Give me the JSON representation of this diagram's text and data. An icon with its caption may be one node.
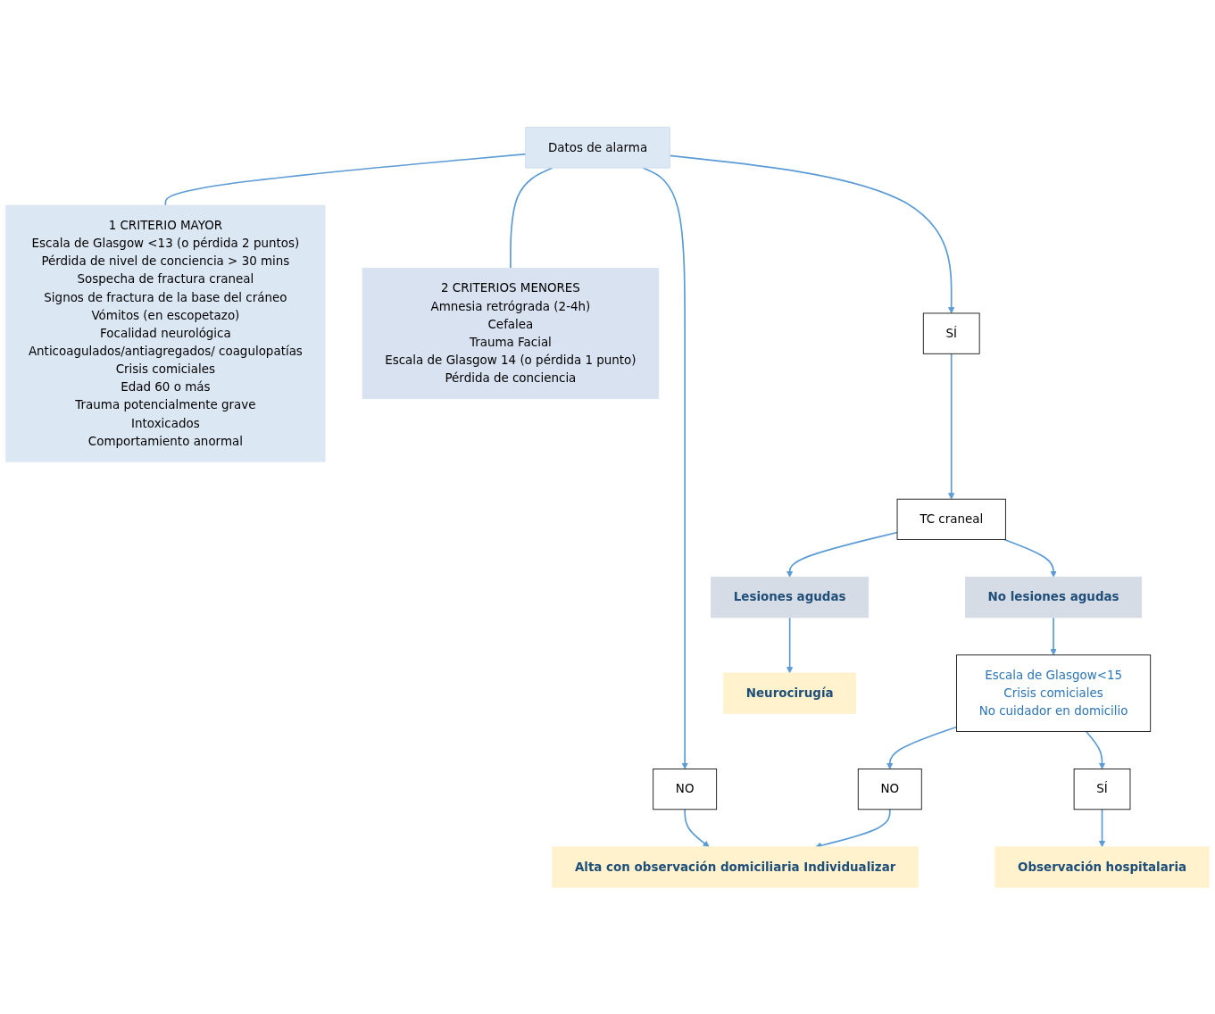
{
  "diagram": {
    "nodes": [
      {
        "text": [
          "Datos de alarma"
        ]
      },
      {
        "text": [
          "1 CRITERIO MAYOR",
          "Escala de Glasgow <13 (o pérdida 2 puntos)",
          "Pérdida de nivel de conciencia > 30 mins",
          "Sospecha de fractura craneal",
          "Signos de fractura de la base del cráneo",
          "Vómitos (en escopetazo)",
          "Focalidad neurológica",
          "Anticoagulados/antiagregados/ coagulopatías",
          "Crisis comiciales",
          "Edad 60 o más",
          "Trauma potencialmente grave",
          "Intoxicados",
          "Comportamiento anormal"
        ]
      },
      {
        "text": [
          "2 CRITERIOS MENORES",
          "Amnesia retrógrada (2-4h)",
          "Cefalea",
          "Trauma Facial",
          "Escala de Glasgow 14 (o pérdida 1 punto)",
          "Pérdida de conciencia"
        ]
      },
      {
        "text": [
          "NO"
        ]
      },
      {
        "text": [
          "Alta con observación domiciliaria Individualizar"
        ]
      },
      {
        "text": [
          "NO"
        ]
      },
      {
        "text": [
          "SÍ"
        ]
      },
      {
        "text": [
          "Lesiones agudas"
        ]
      },
      {
        "text": [
          "TC craneal"
        ]
      },
      {
        "text": [
          "No lesiones agudas"
        ]
      },
      {
        "text": [
          "Escala de Glasgow<15",
          "Crisis comiciales",
          "No cuidador en domicilio"
        ]
      },
      {
        "text": [
          "SÍ"
        ]
      },
      {
        "text": [
          "Neurocirugía"
        ]
      },
      {
        "text": [
          "Observación hospitalaria"
        ]
      }
    ],
    "edges": [
      {
        "from": 0,
        "to": 1,
        "arrow": "none"
      },
      {
        "from": 0,
        "to": 2,
        "arrow": "none"
      },
      {
        "from": 0,
        "to": 3,
        "arrow": "to"
      },
      {
        "from": 0,
        "to": 6,
        "arrow": "to"
      },
      {
        "from": 3,
        "to": 4,
        "arrow": "to"
      },
      {
        "from": 6,
        "to": 8,
        "arrow": "to"
      },
      {
        "from": 8,
        "to": 7,
        "arrow": "to"
      },
      {
        "from": 8,
        "to": 9,
        "arrow": "to"
      },
      {
        "from": 7,
        "to": 12,
        "arrow": "to"
      },
      {
        "from": 9,
        "to": 10,
        "arrow": "to"
      },
      {
        "from": 10,
        "to": 5,
        "arrow": "to"
      },
      {
        "from": 5,
        "to": 4,
        "arrow": "to"
      },
      {
        "from": 10,
        "to": 11,
        "arrow": "to"
      },
      {
        "from": 11,
        "to": 13,
        "arrow": "to"
      }
    ]
  }
}
